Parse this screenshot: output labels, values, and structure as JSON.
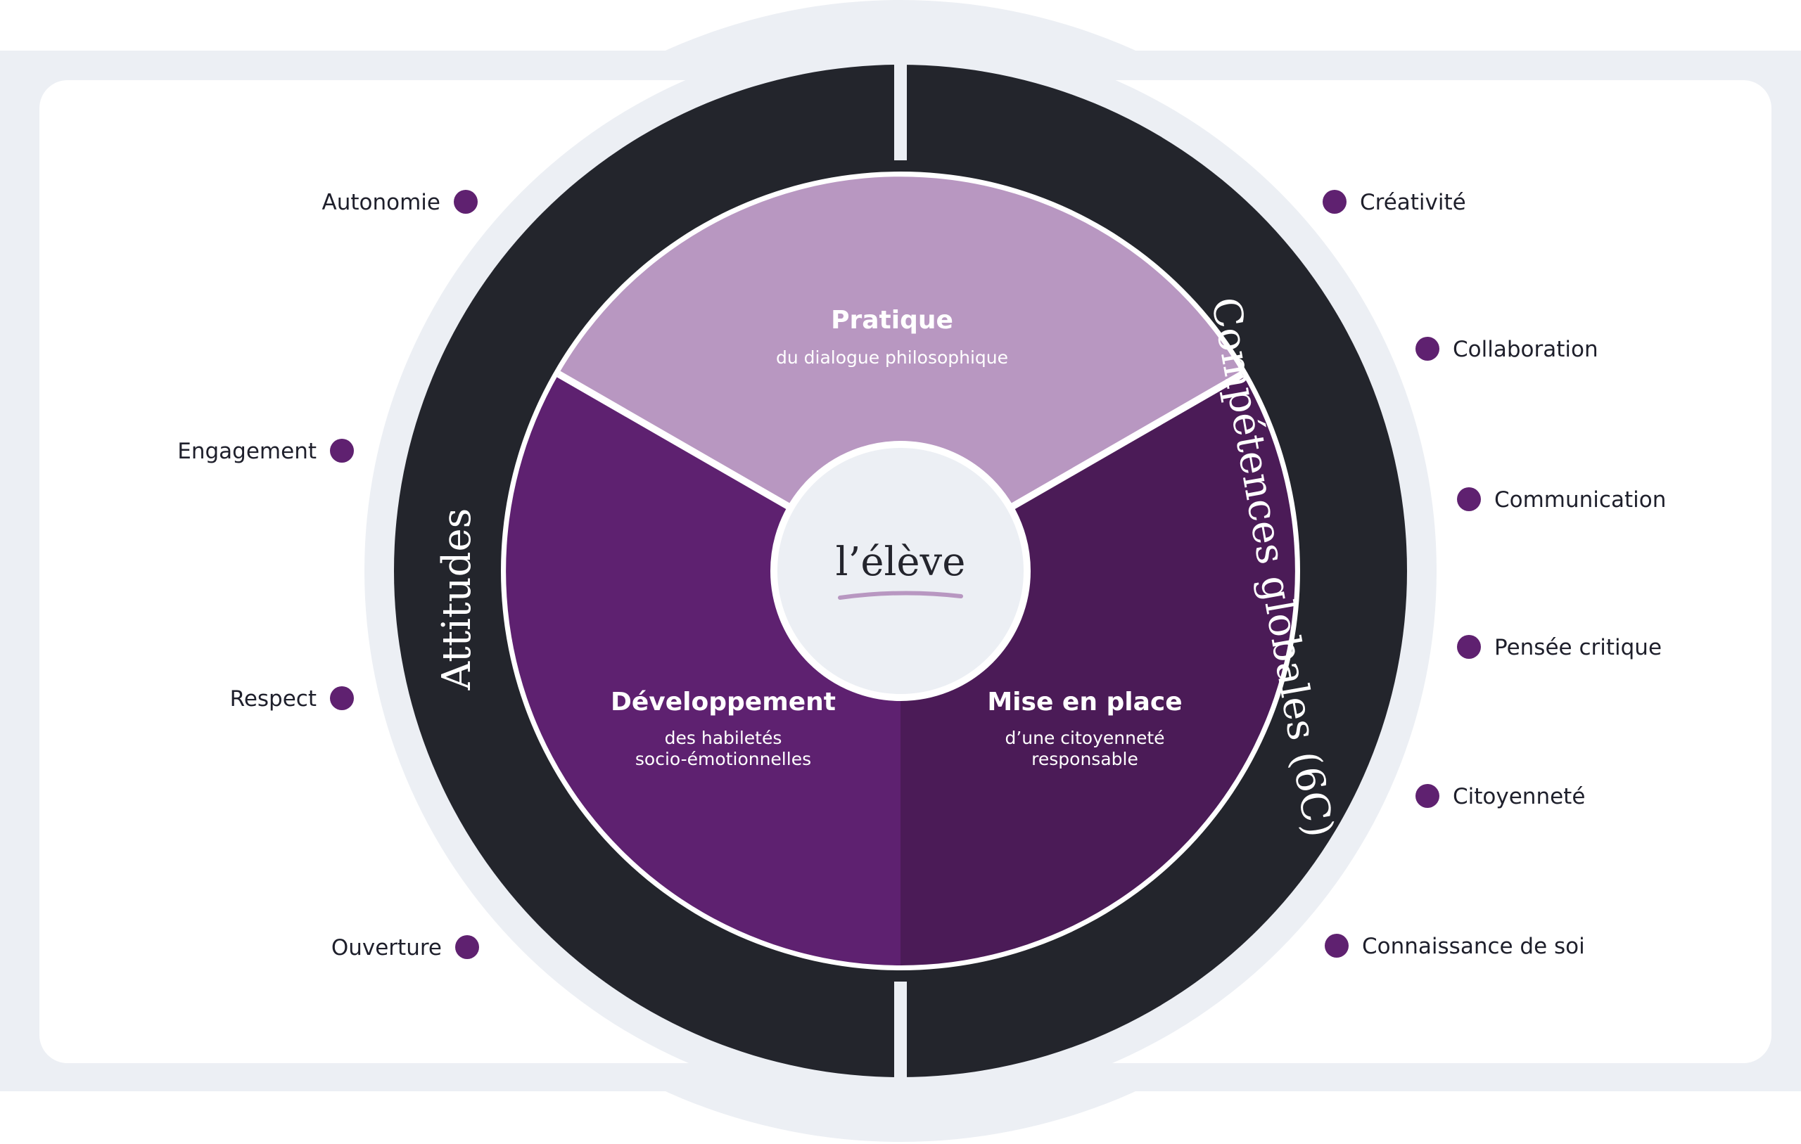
{
  "colors": {
    "outer_band": "#eceff4",
    "panel": "#ffffff",
    "ring": "#23252c",
    "segment_top": "#b897c1",
    "segment_left": "#5e2170",
    "segment_right": "#4b1b57",
    "center": "#eceff4",
    "dot": "#5f2170",
    "accent_line": "#b897c1"
  },
  "center": {
    "label": "l’élève"
  },
  "ring": {
    "left_label": "Attitudes",
    "right_label": "Compétences globales (6C)"
  },
  "segments": [
    {
      "title": "Pratique",
      "subtitle_lines": [
        "du dialogue philosophique"
      ]
    },
    {
      "title": "Développement",
      "subtitle_lines": [
        "des habiletés",
        "socio-émotionnelles"
      ]
    },
    {
      "title": "Mise en place",
      "subtitle_lines": [
        "d’une citoyenneté",
        "responsable"
      ]
    }
  ],
  "attitudes": [
    "Autonomie",
    "Engagement",
    "Respect",
    "Ouverture"
  ],
  "competences": [
    "Créativité",
    "Collaboration",
    "Communication",
    "Pensée critique",
    "Citoyenneté",
    "Connaissance de soi"
  ]
}
